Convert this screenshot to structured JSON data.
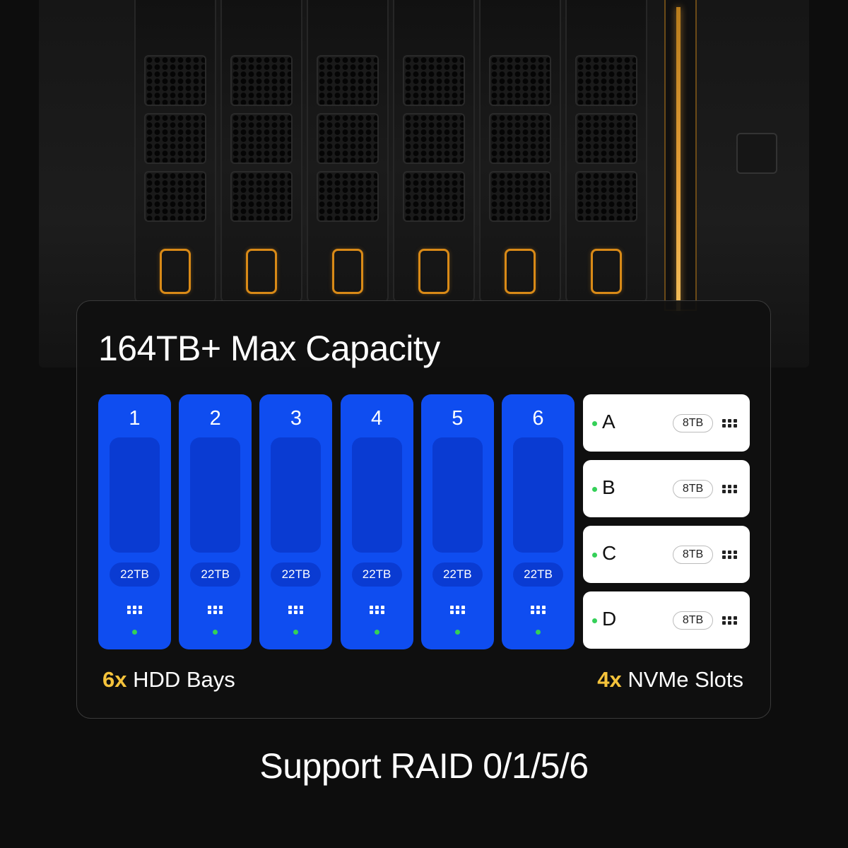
{
  "panel": {
    "title": "164TB+ Max Capacity",
    "hdd_bays": [
      {
        "number": "1",
        "capacity": "22TB",
        "icon": "grid-icon",
        "status_led": "green"
      },
      {
        "number": "2",
        "capacity": "22TB",
        "icon": "grid-icon",
        "status_led": "green"
      },
      {
        "number": "3",
        "capacity": "22TB",
        "icon": "grid-icon",
        "status_led": "green"
      },
      {
        "number": "4",
        "capacity": "22TB",
        "icon": "grid-icon",
        "status_led": "green"
      },
      {
        "number": "5",
        "capacity": "22TB",
        "icon": "grid-icon",
        "status_led": "green"
      },
      {
        "number": "6",
        "capacity": "22TB",
        "icon": "grid-icon",
        "status_led": "green"
      }
    ],
    "nvme_slots": [
      {
        "letter": "A",
        "capacity": "8TB",
        "icon": "grid-icon",
        "status_led": "green"
      },
      {
        "letter": "B",
        "capacity": "8TB",
        "icon": "grid-icon",
        "status_led": "green"
      },
      {
        "letter": "C",
        "capacity": "8TB",
        "icon": "grid-icon",
        "status_led": "green"
      },
      {
        "letter": "D",
        "capacity": "8TB",
        "icon": "grid-icon",
        "status_led": "green"
      }
    ],
    "hdd_label": {
      "count": "6x",
      "text": "HDD Bays"
    },
    "nvme_label": {
      "count": "4x",
      "text": "NVMe Slots"
    }
  },
  "tagline": "Support RAID 0/1/5/6",
  "colors": {
    "background": "#0d0d0d",
    "hdd_blue": "#0f4df0",
    "hdd_blue_dark": "#0a3bd2",
    "accent_yellow": "#f5c33b",
    "led_green": "#34d058",
    "latch_orange": "#d98a17"
  }
}
